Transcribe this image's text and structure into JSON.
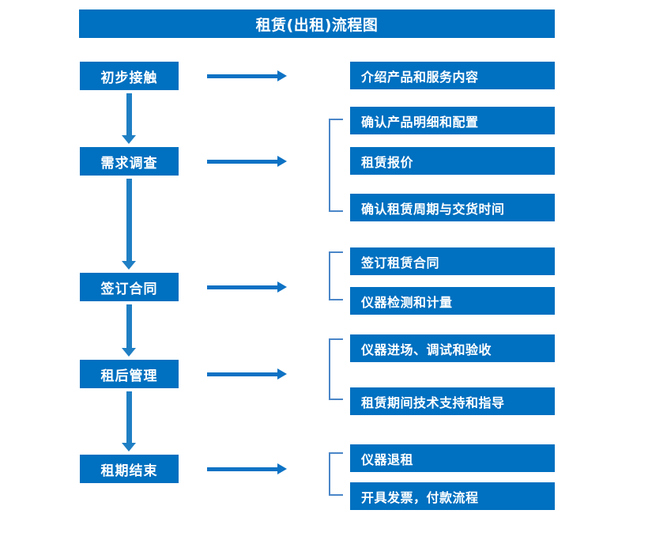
{
  "diagram": {
    "title": "租赁(出租)流程图",
    "accent_color": "#0070C0",
    "arrow_color": "#0d72c4",
    "vertical_arrow_color": "#1F7FC4",
    "bracket_color": "#4A86C8",
    "background_color": "#FFFFFF",
    "text_color": "#FFFFFF"
  },
  "stages": [
    {
      "label": "初步接触"
    },
    {
      "label": "需求调查"
    },
    {
      "label": "签订合同"
    },
    {
      "label": "租后管理"
    },
    {
      "label": "租期结束"
    }
  ],
  "details": [
    {
      "label": "介绍产品和服务内容"
    },
    {
      "label": "确认产品明细和配置"
    },
    {
      "label": "租赁报价"
    },
    {
      "label": "确认租赁周期与交货时间"
    },
    {
      "label": "签订租赁合同"
    },
    {
      "label": "仪器检测和计量"
    },
    {
      "label": "仪器进场、调试和验收"
    },
    {
      "label": "租赁期间技术支持和指导"
    },
    {
      "label": "仪器退租"
    },
    {
      "label": "开具发票，付款流程"
    }
  ]
}
